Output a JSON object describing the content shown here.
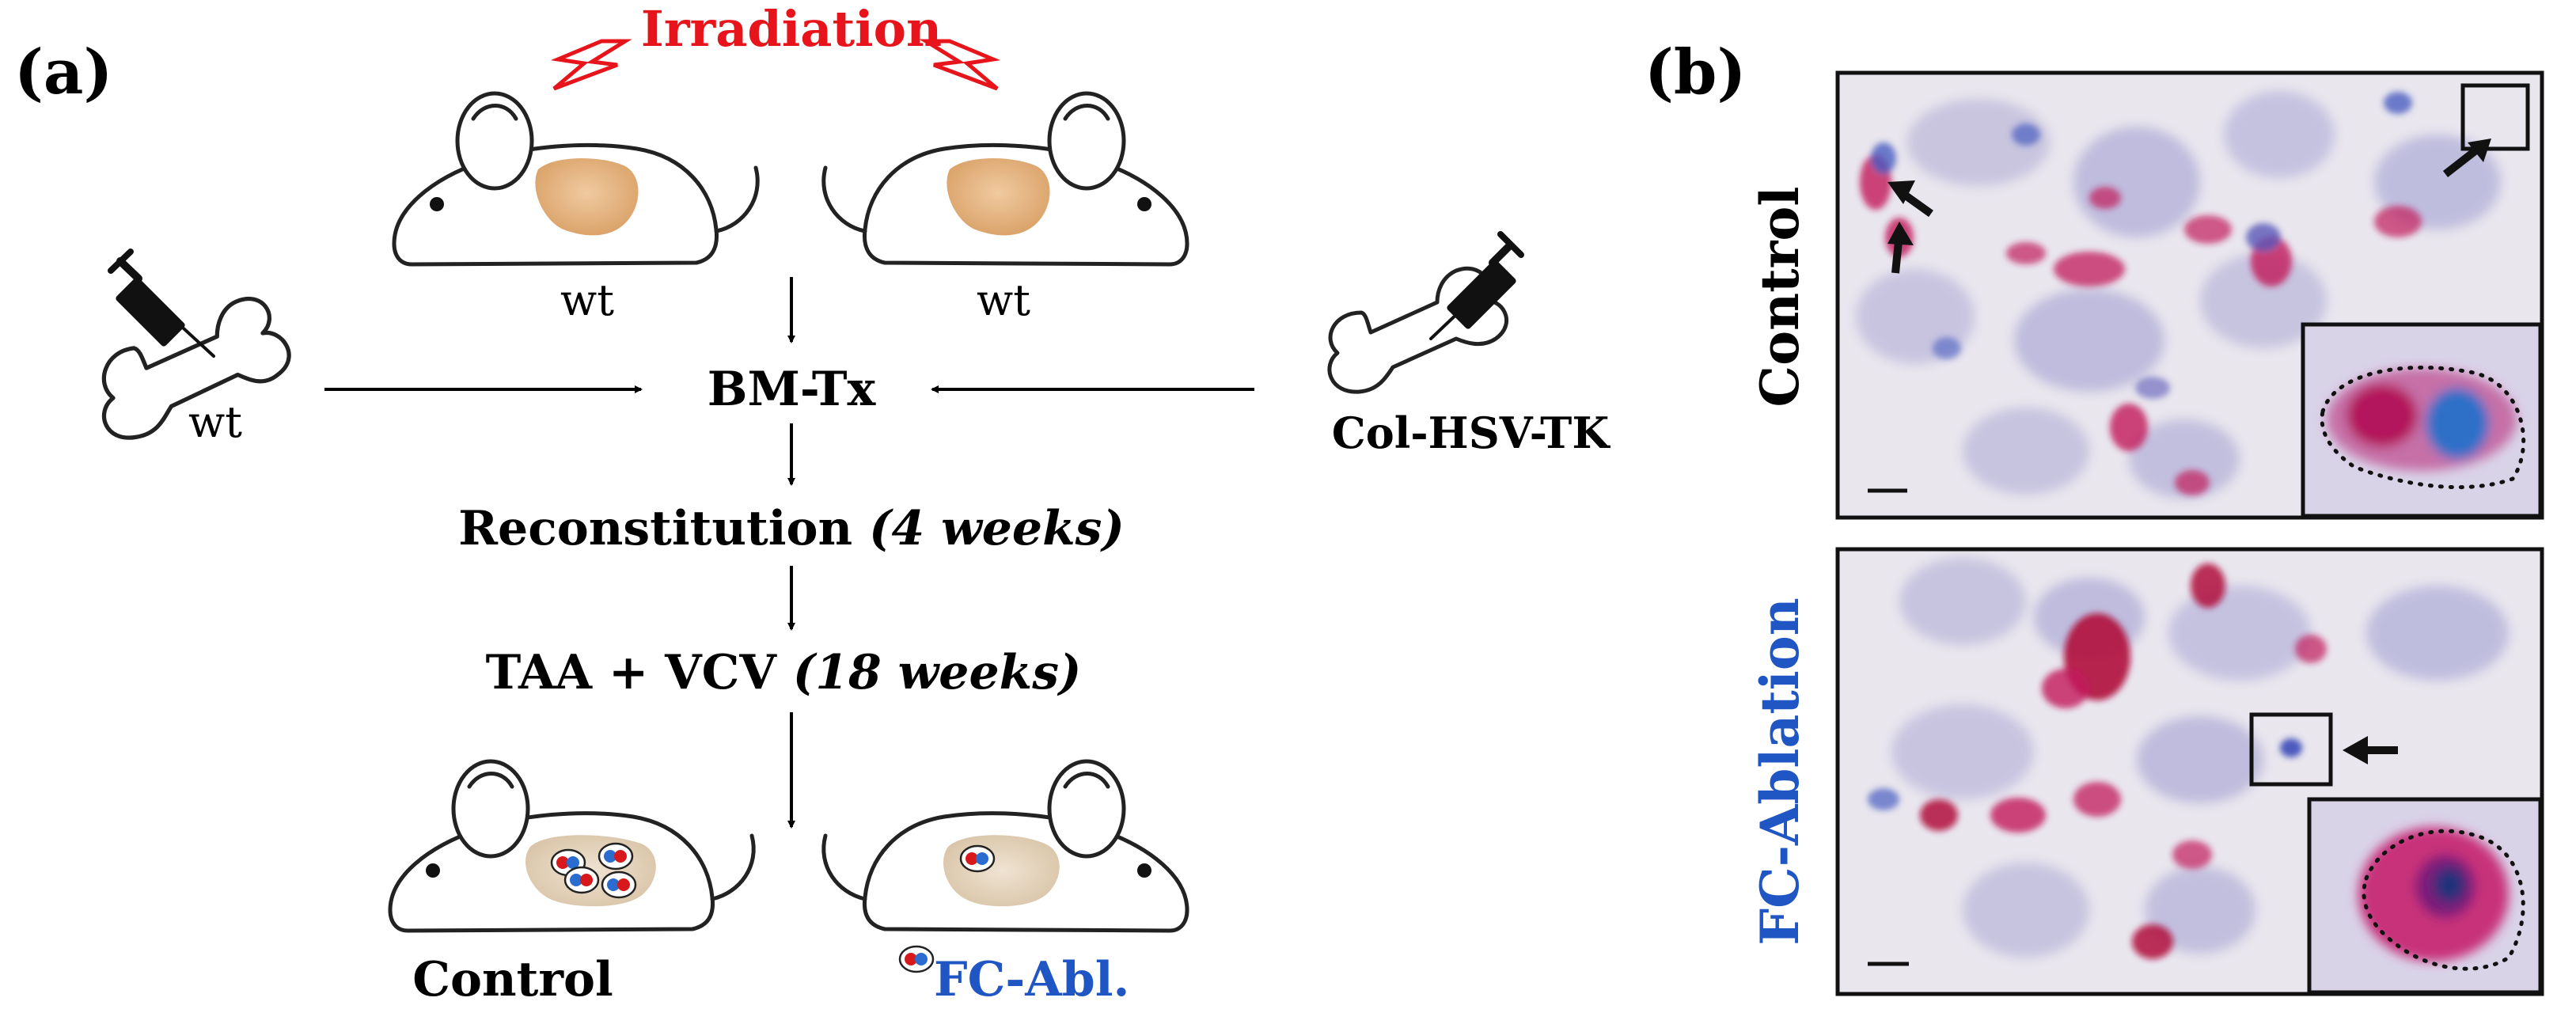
{
  "panel_a": {
    "label": "(a)",
    "irradiation": "Irradiation",
    "donor_left_label": "wt",
    "donor_right_label": "wt",
    "bm_left_label": "wt",
    "bm_right_label": "Col-HSV-TK",
    "step_bmtx": "BM-Tx",
    "step_reconstitution": "Reconstitution",
    "step_reconstitution_time": "(4 weeks)",
    "step_treatment": "TAA + VCV",
    "step_treatment_time": "(18 weeks)",
    "outcome_left": "Control",
    "outcome_right": "FC-Abl."
  },
  "panel_b": {
    "label": "(b)",
    "row_top_label": "Control",
    "row_bottom_label": "FC-Ablation"
  },
  "colors": {
    "irradiation_red": "#e8141c",
    "fc_blue": "#1f56c4",
    "stain_red": "#c2185b",
    "stain_blue": "#4a7fd1",
    "liver": "#e6b98a"
  }
}
